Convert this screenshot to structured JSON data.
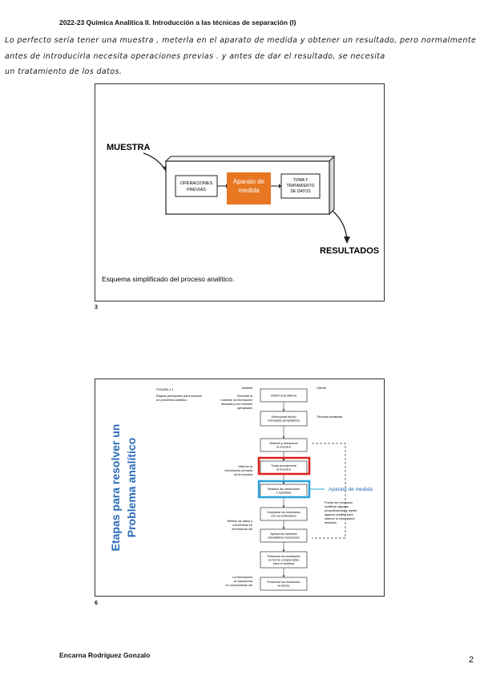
{
  "header": {
    "title": "2022-23 Química Analítica II. Introducción a las técnicas de separación (I)"
  },
  "notes": [
    "Lo perfecto sería tener una muestra , meterla en el aparato de medida y obtener un resultado, pero normalmente",
    "antes de introducirla necesita operaciones previas . y antes de dar el resultado, se necesita",
    "un tratamiento de los datos."
  ],
  "slide1": {
    "label_muestra": "MUESTRA",
    "box_ops": [
      "OPERACIONES",
      "PREVIAS"
    ],
    "box_aparato": [
      "Aparato de",
      "medida"
    ],
    "box_toma": [
      "TOMA Y",
      "TRATAMIENTO",
      "DE DATOS"
    ],
    "label_resultados": "RESULTADOS",
    "caption": "Esquema simplificado del proceso analítico.",
    "colors": {
      "aparato": "#e87722"
    },
    "number": "3"
  },
  "slide2": {
    "vertical_title": [
      "Etapas para resolver un",
      "Problema analítico"
    ],
    "figure_label": "FIGURA 1.1",
    "figure_caption": [
      "Etapas principales para resolver",
      "un problema analítico."
    ],
    "steps": [
      [
        "Definir el problema"
      ],
      [
        "Seleccionar el(los)",
        "método(s) apropiado(s)"
      ],
      [
        "Obtener y almacenar",
        "la muestra"
      ],
      [
        "Tratar previamente",
        "la muestra"
      ],
      [
        "Realizar las mediciones",
        "o repetidas"
      ],
      [
        "Comparar los resultados",
        "con los estándares"
      ],
      [
        "Aplicar los métodos",
        "estadísticos necesarios"
      ],
      [
        "Presentar los resultados",
        "en forma comprensible",
        "para el analista"
      ],
      [
        "Presentar los resultados",
        "al cliente"
      ]
    ],
    "left_notes": [
      [
        "Analista"
      ],
      [
        "Describe la",
        "muestra, la información",
        "deseada y los métodos",
        "apropiados"
      ],
      [
        "Obtener la",
        "información primaria",
        "de la muestra"
      ],
      [
        "Refinar los datos y",
        "convertirlos en",
        "información útil"
      ],
      [
        "La información",
        "se transforma",
        "en conocimiento útil"
      ]
    ],
    "right_notes": [
      [
        "Cliente"
      ],
      [
        "Técnicas analíticas"
      ],
      [
        "Puede ser necesario",
        "modificar algunos",
        "procedimientos y repetir",
        "algunos análisis para",
        "obtener la información",
        "deseada"
      ]
    ],
    "annotation": "Aparato de medida",
    "colors": {
      "title": "#2b6cb8",
      "red_box": "#e0201c",
      "blue_box": "#29a3dd"
    },
    "number": "6"
  },
  "footer": {
    "author": "Encarna Rodríguez Gonzalo",
    "page": "2"
  }
}
